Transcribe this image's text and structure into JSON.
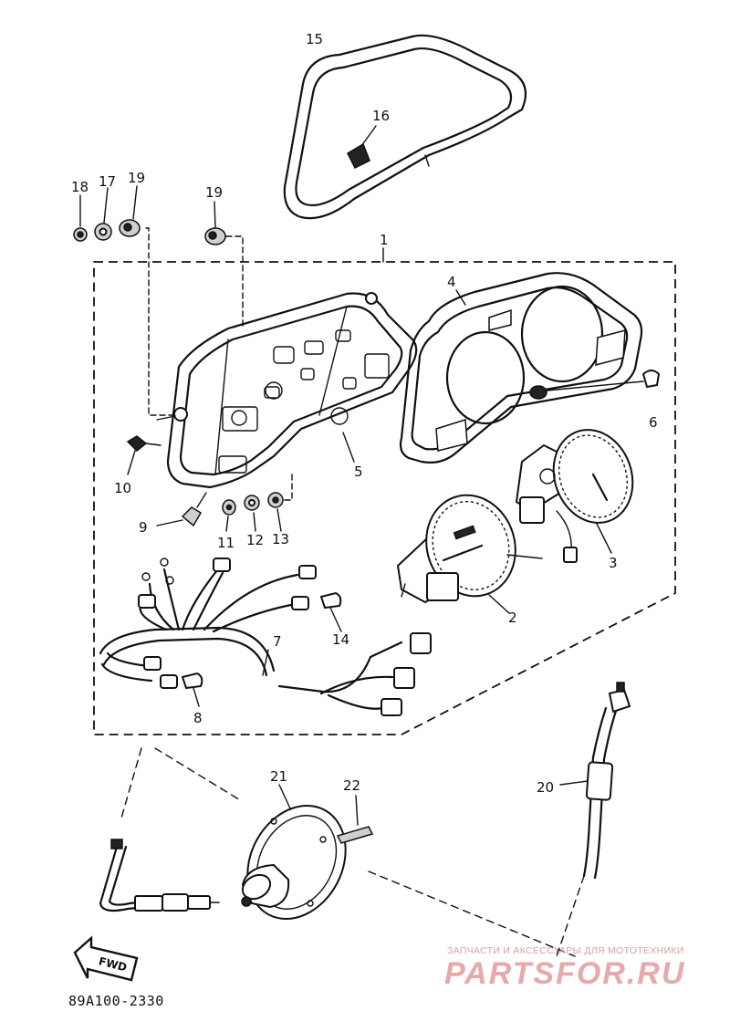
{
  "diagram": {
    "callouts": {
      "c1": "1",
      "c2": "2",
      "c3": "3",
      "c4": "4",
      "c5": "5",
      "c6": "6",
      "c7": "7",
      "c8": "8",
      "c9": "9",
      "c10": "10",
      "c11": "11",
      "c12": "12",
      "c13": "13",
      "c14": "14",
      "c15": "15",
      "c16": "16",
      "c17": "17",
      "c18": "18",
      "c19a": "19",
      "c19b": "19",
      "c20": "20",
      "c21": "21",
      "c22": "22"
    },
    "fwd_label": "FWD",
    "drawing_code": "89A100-2330"
  },
  "watermark": {
    "tagline": "ЗАПЧАСТИ И АКСЕССУАРЫ ДЛЯ МОТОТЕХНИКИ",
    "brand": "PARTSFOR.RU",
    "color": "#e7a9a9"
  }
}
